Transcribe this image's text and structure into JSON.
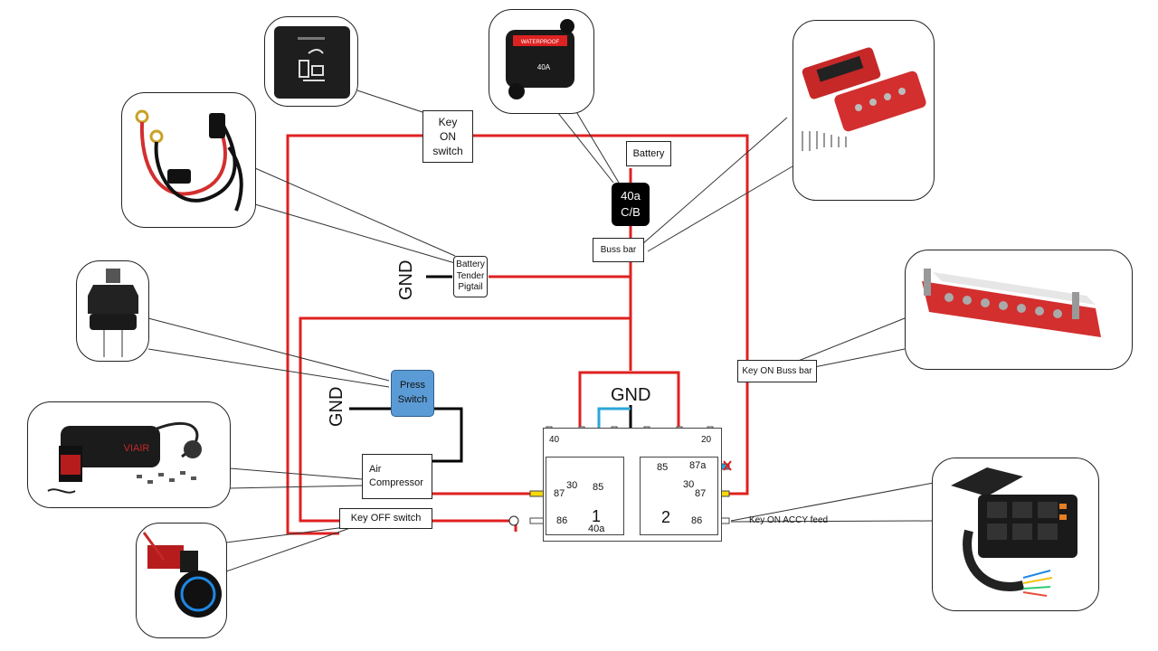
{
  "labels": {
    "key_on_switch": "Key\nON\nswitch",
    "battery": "Battery",
    "circuit_breaker": "40a\nC/B",
    "buss_bar": "Buss bar",
    "battery_tender": "Battery\nTender\nPigtail",
    "gnd": "GND",
    "press_switch": "Press\nSwitch",
    "air_compressor": "Air\nCompressor",
    "key_off_switch": "Key OFF switch",
    "key_on_buss_bar": "Key ON Buss bar",
    "key_on_accy_feed": "Key ON ACCY feed"
  },
  "relays": {
    "relay1": {
      "number": "1",
      "rating": "40a",
      "fuse": "40",
      "pins": {
        "p30": "30",
        "p85": "85",
        "p87": "87",
        "p86": "86"
      }
    },
    "relay2": {
      "number": "2",
      "fuse": "20",
      "pins": {
        "p85": "85",
        "p87a": "87a",
        "p30": "30",
        "p87": "87",
        "p86": "86"
      }
    }
  },
  "photos": {
    "compressor_brand": "VIAIR",
    "breaker_text": "WATERPROOF",
    "breaker_rating": "40A"
  },
  "colors": {
    "power_wire": "#e02020",
    "ground_wire": "#000000",
    "signal_wire": "#2aa6d8",
    "callout_line": "#333333",
    "relay_pin_yellow": "#f5d90a",
    "press_switch_fill": "#5b9bd5"
  }
}
